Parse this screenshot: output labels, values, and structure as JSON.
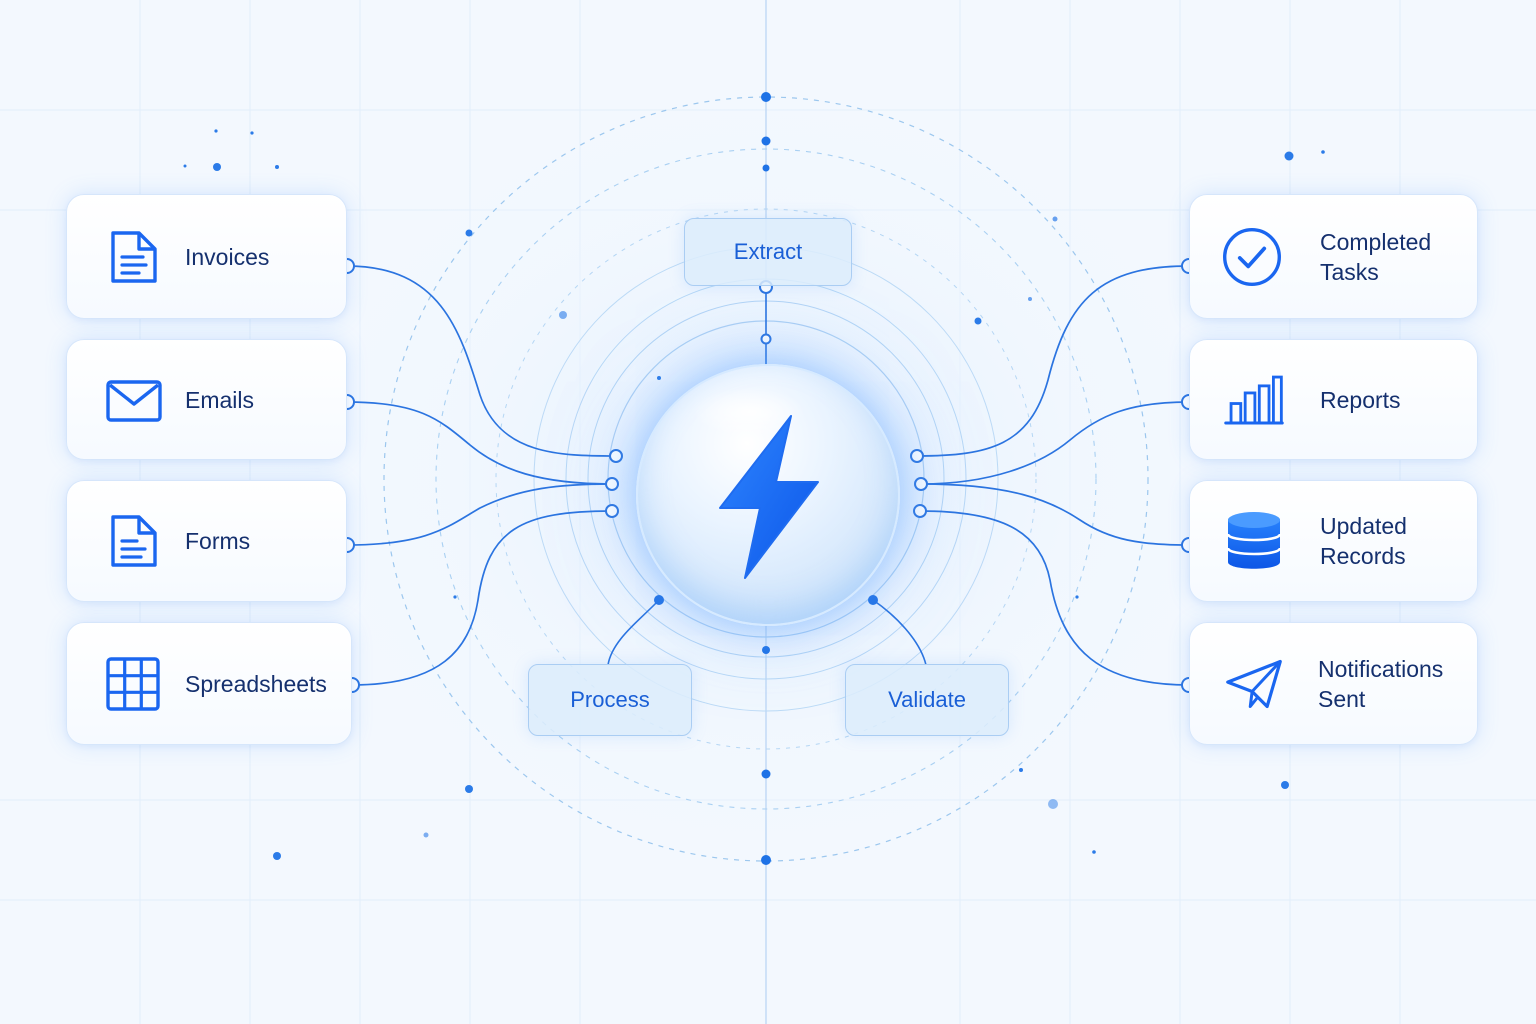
{
  "colors": {
    "background": "#f3f8fe",
    "accent": "#1a66f0",
    "line": "#2b74e0",
    "label_text": "#15306e",
    "step_text": "#1a5fd6"
  },
  "hub": {
    "icon": "lightning-bolt-icon"
  },
  "steps": {
    "extract": "Extract",
    "process": "Process",
    "validate": "Validate"
  },
  "inputs": [
    {
      "label": "Invoices",
      "icon": "document-icon"
    },
    {
      "label": "Emails",
      "icon": "envelope-icon"
    },
    {
      "label": "Forms",
      "icon": "form-document-icon"
    },
    {
      "label": "Spreadsheets",
      "icon": "grid-table-icon"
    }
  ],
  "outputs": [
    {
      "label_line1": "Completed",
      "label_line2": "Tasks",
      "icon": "check-circle-icon"
    },
    {
      "label_line1": "Reports",
      "label_line2": "",
      "icon": "bar-chart-icon"
    },
    {
      "label_line1": "Updated",
      "label_line2": "Records",
      "icon": "database-icon"
    },
    {
      "label_line1": "Notifications",
      "label_line2": "Sent",
      "icon": "paper-plane-icon"
    }
  ]
}
